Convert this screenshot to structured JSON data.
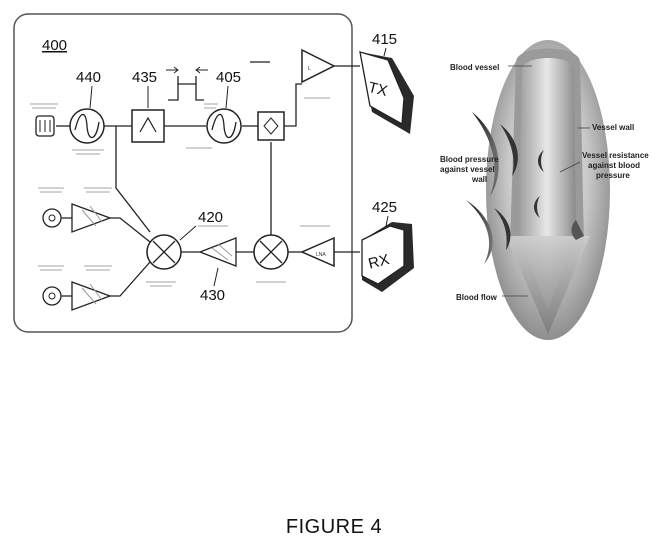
{
  "labels": {
    "figure_id": "400",
    "ref_440": "440",
    "ref_435": "435",
    "ref_405": "405",
    "ref_415": "415",
    "ref_420": "420",
    "ref_425": "425",
    "ref_430": "430",
    "tx": "TX",
    "rx": "RX"
  },
  "blood_vessel_labels": {
    "blood_vessel": "Blood vessel",
    "vessel_wall": "Vessel wall",
    "pressure_line1": "Blood pressure",
    "pressure_line2": "against vessel",
    "pressure_line3": "wall",
    "resistance_line1": "Vessel resistance",
    "resistance_line2": "against blood",
    "resistance_line3": "pressure",
    "blood_flow": "Blood flow"
  },
  "caption": "FIGURE 4",
  "colors": {
    "line": "#222222",
    "box_border": "#555555",
    "vessel_dark": "#555555",
    "vessel_light": "#dddddd"
  }
}
